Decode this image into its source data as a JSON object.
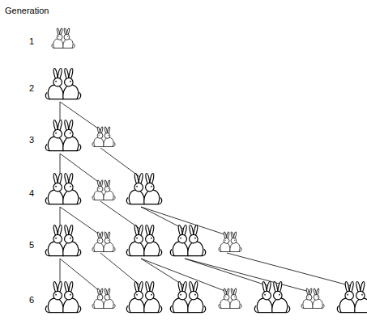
{
  "diagram": {
    "labels": [
      "Generation",
      "1",
      "2",
      "3",
      "4",
      "5",
      "6"
    ]
  }
}
